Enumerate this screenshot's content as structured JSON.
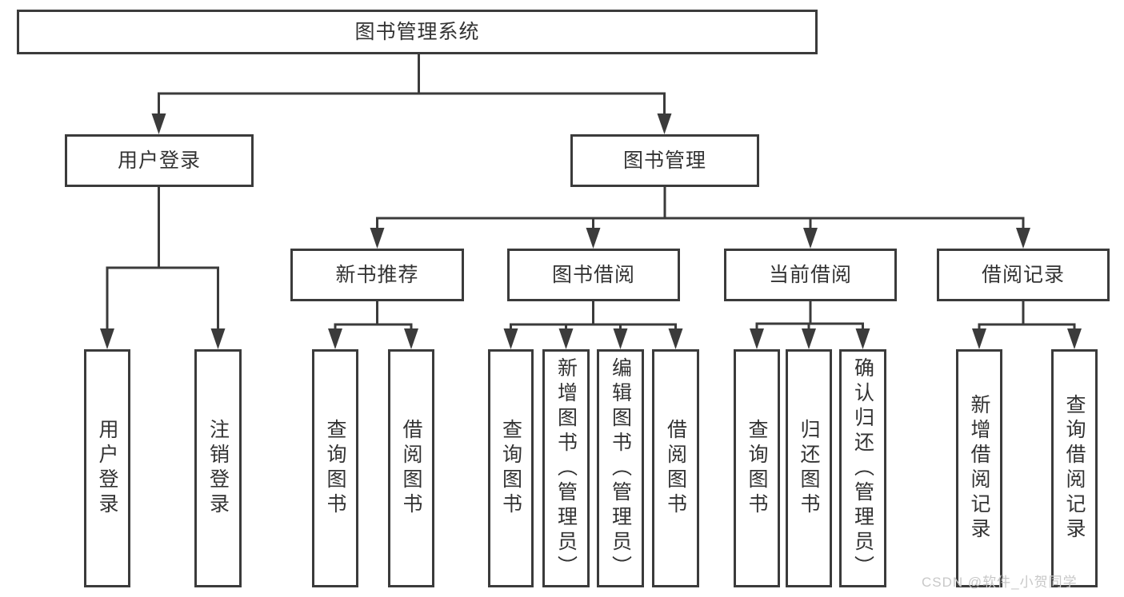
{
  "diagram": {
    "root": "图书管理系统",
    "level2": {
      "user_login": "用户登录",
      "book_management": "图书管理"
    },
    "level3": {
      "new_book_recommend": "新书推荐",
      "book_borrow": "图书借阅",
      "current_borrow": "当前借阅",
      "borrow_record": "借阅记录"
    },
    "leaves": {
      "user_login": "用户登录",
      "logout": "注销登录",
      "rec_query_book": "查询图书",
      "rec_borrow_book": "借阅图书",
      "bb_query_book": "查询图书",
      "bb_add_book": "新增图书（管理员）",
      "bb_edit_book": "编辑图书（管理员）",
      "bb_borrow_book": "借阅图书",
      "cb_query_book": "查询图书",
      "cb_return_book": "归还图书",
      "cb_confirm_return": "确认归还（管理员）",
      "br_add_record": "新增借阅记录",
      "br_query_record": "查询借阅记录"
    }
  },
  "watermark": {
    "text": "CSDN @软件_小贺同学"
  },
  "colors": {
    "line": "#3b3b3b",
    "box_border": "#3b3b3b",
    "box_fill": "#ffffff",
    "text": "#333333",
    "watermark": "#c8c8c8"
  }
}
